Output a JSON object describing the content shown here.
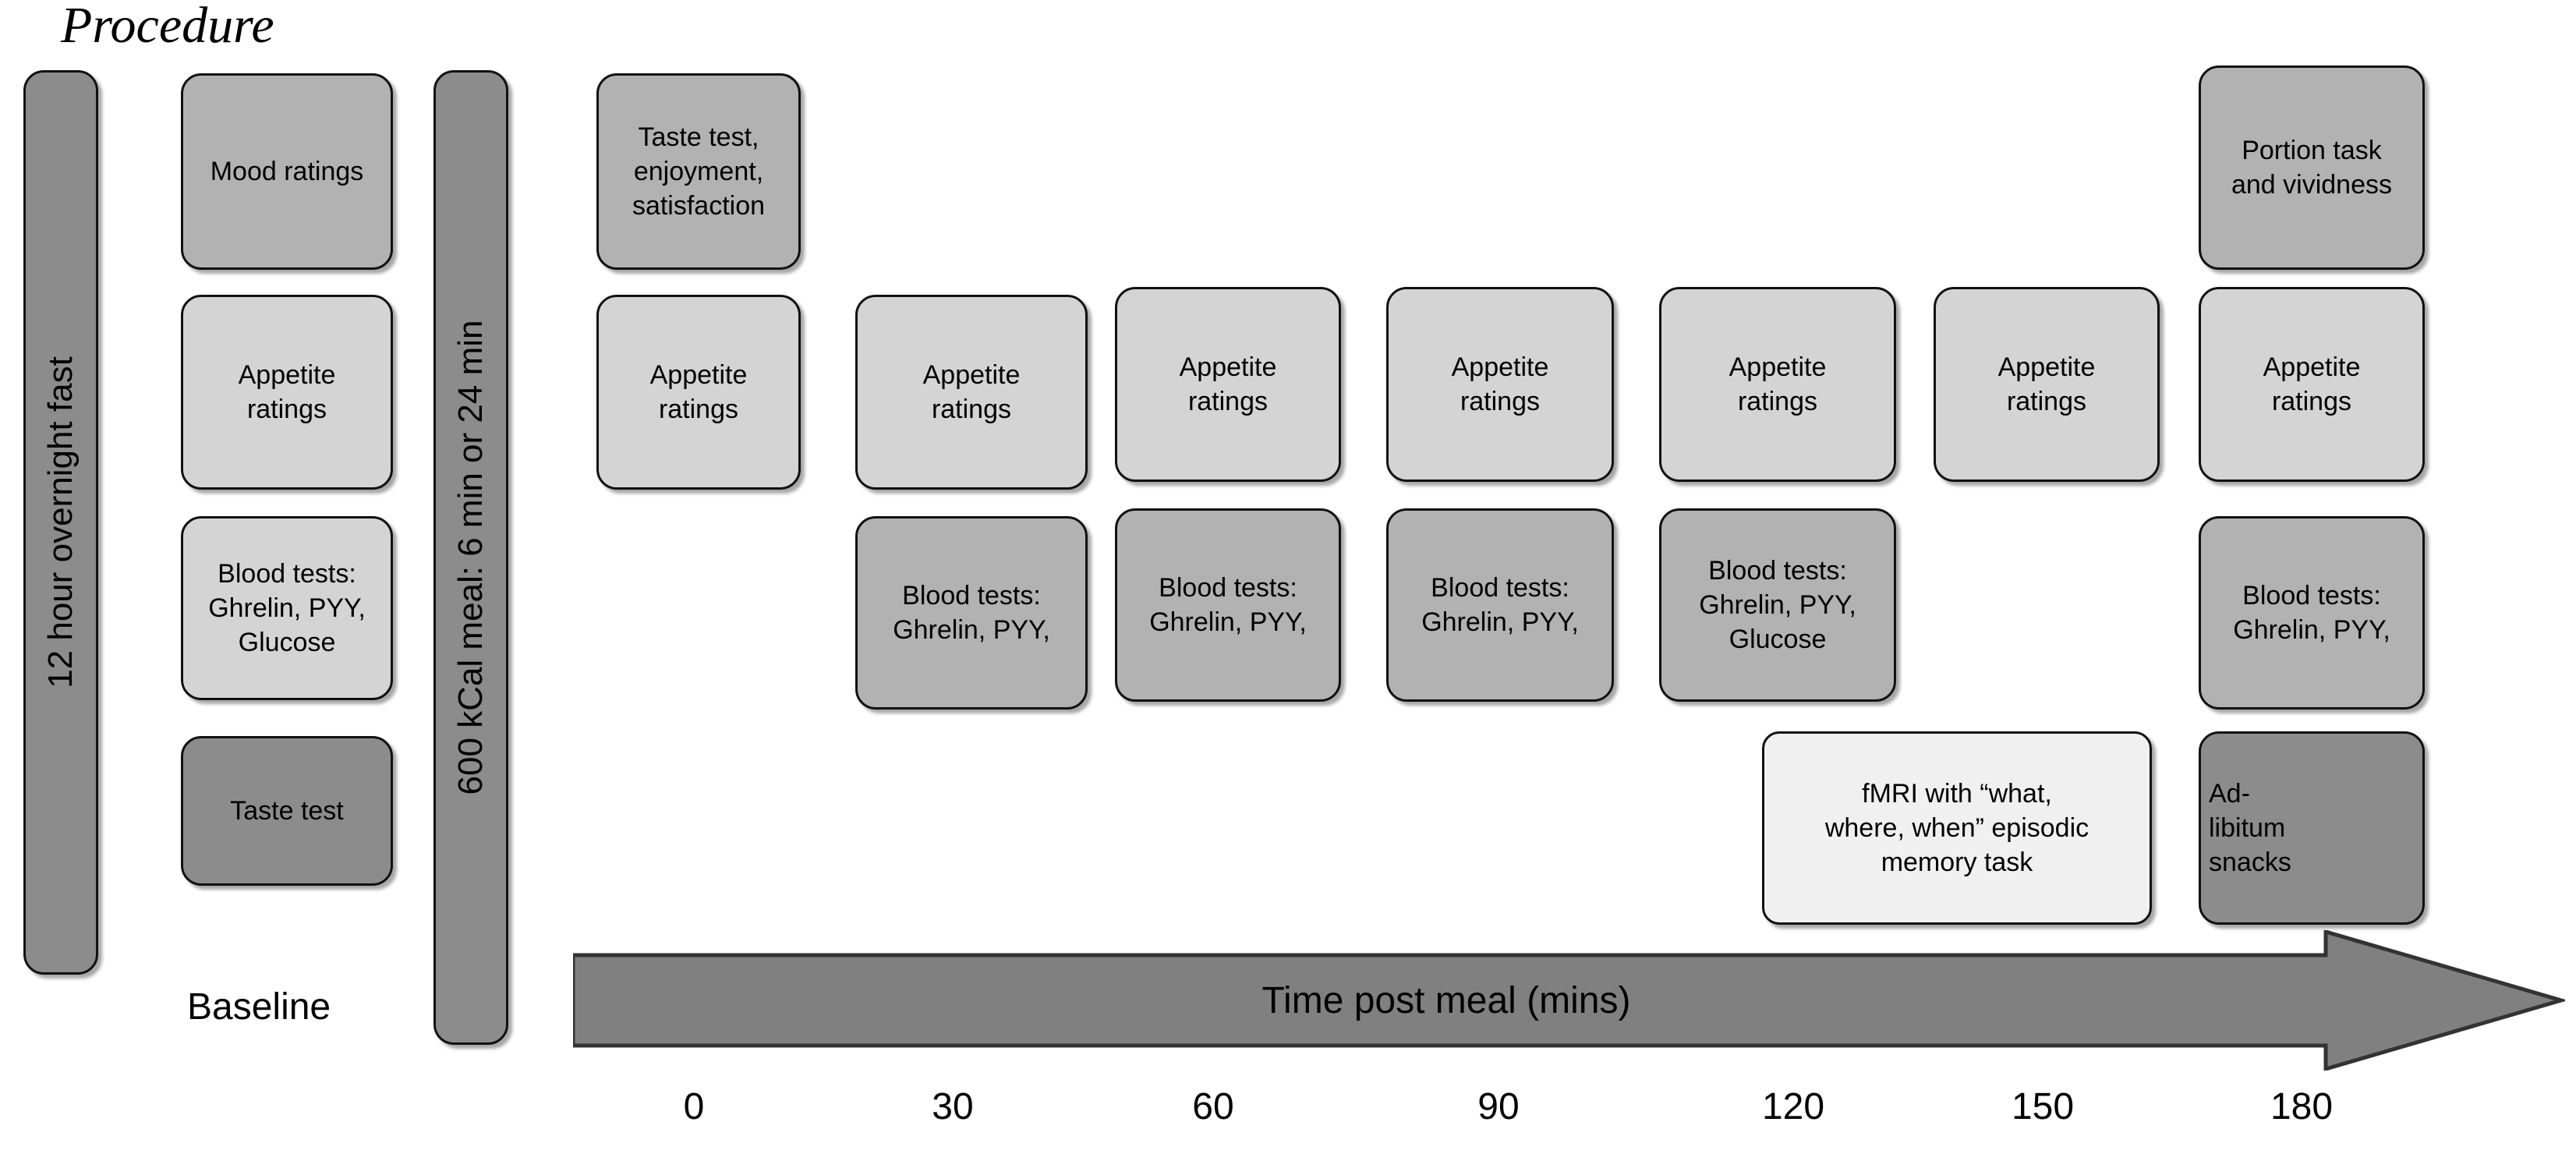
{
  "title": "Procedure",
  "baseline_label": "Baseline",
  "bars": [
    {
      "name": "overnight-fast-bar",
      "text": "12 hour overnight fast"
    },
    {
      "name": "meal-bar",
      "text": "600 kCal meal: 6 min or 24 min"
    }
  ],
  "columns": [
    {
      "id": "baseline",
      "boxes": [
        {
          "name": "mood-ratings-box",
          "text": "Mood ratings",
          "shade": "mid"
        },
        {
          "name": "appetite-ratings-box",
          "text": "Appetite\nratings",
          "shade": "light"
        },
        {
          "name": "blood-tests-box",
          "text": "Blood tests:\nGhrelin, PYY,\nGlucose",
          "shade": "light"
        },
        {
          "name": "taste-test-box",
          "text": "Taste test",
          "shade": "dark"
        }
      ]
    },
    {
      "id": "t0",
      "boxes": [
        {
          "name": "taste-test-enjoyment-box",
          "text": "Taste test,\nenjoyment,\nsatisfaction",
          "shade": "mid"
        },
        {
          "name": "appetite-ratings-box",
          "text": "Appetite\nratings",
          "shade": "light"
        }
      ]
    },
    {
      "id": "t30",
      "boxes": [
        {
          "name": "appetite-ratings-box",
          "text": "Appetite\nratings",
          "shade": "light"
        },
        {
          "name": "blood-tests-box",
          "text": "Blood tests:\nGhrelin, PYY,",
          "shade": "mid"
        }
      ]
    },
    {
      "id": "t60",
      "boxes": [
        {
          "name": "appetite-ratings-box",
          "text": "Appetite\nratings",
          "shade": "light"
        },
        {
          "name": "blood-tests-box",
          "text": "Blood tests:\nGhrelin, PYY,",
          "shade": "mid"
        }
      ]
    },
    {
      "id": "t90",
      "boxes": [
        {
          "name": "appetite-ratings-box",
          "text": "Appetite\nratings",
          "shade": "light"
        },
        {
          "name": "blood-tests-box",
          "text": "Blood tests:\nGhrelin, PYY,",
          "shade": "mid"
        }
      ]
    },
    {
      "id": "t120",
      "boxes": [
        {
          "name": "appetite-ratings-box",
          "text": "Appetite\nratings",
          "shade": "light"
        },
        {
          "name": "blood-tests-box",
          "text": "Blood tests:\nGhrelin, PYY,\nGlucose",
          "shade": "mid"
        },
        {
          "name": "fmri-task-box",
          "text": "fMRI with “what,\nwhere, when” episodic\nmemory task",
          "shade": "white"
        }
      ]
    },
    {
      "id": "t150",
      "boxes": [
        {
          "name": "appetite-ratings-box",
          "text": "Appetite\nratings",
          "shade": "light"
        }
      ]
    },
    {
      "id": "t180",
      "boxes": [
        {
          "name": "portion-task-box",
          "text": "Portion task\nand vividness",
          "shade": "mid"
        },
        {
          "name": "appetite-ratings-box",
          "text": "Appetite\nratings",
          "shade": "light"
        },
        {
          "name": "blood-tests-box",
          "text": "Blood tests:\nGhrelin, PYY,",
          "shade": "mid"
        },
        {
          "name": "ad-libitum-snacks-box",
          "text": "Ad-\nlibitum\nsnacks",
          "shade": "dark"
        }
      ]
    }
  ],
  "timeline": {
    "axis_label": "Time post meal (mins)",
    "ticks": [
      "0",
      "30",
      "60",
      "90",
      "120",
      "150",
      "180"
    ]
  },
  "colors": {
    "dark": "#8c8c8c",
    "mid": "#b2b2b2",
    "light": "#d4d4d4",
    "white": "#f0f0f0",
    "arrow": "#808080",
    "stroke": "#111111"
  }
}
